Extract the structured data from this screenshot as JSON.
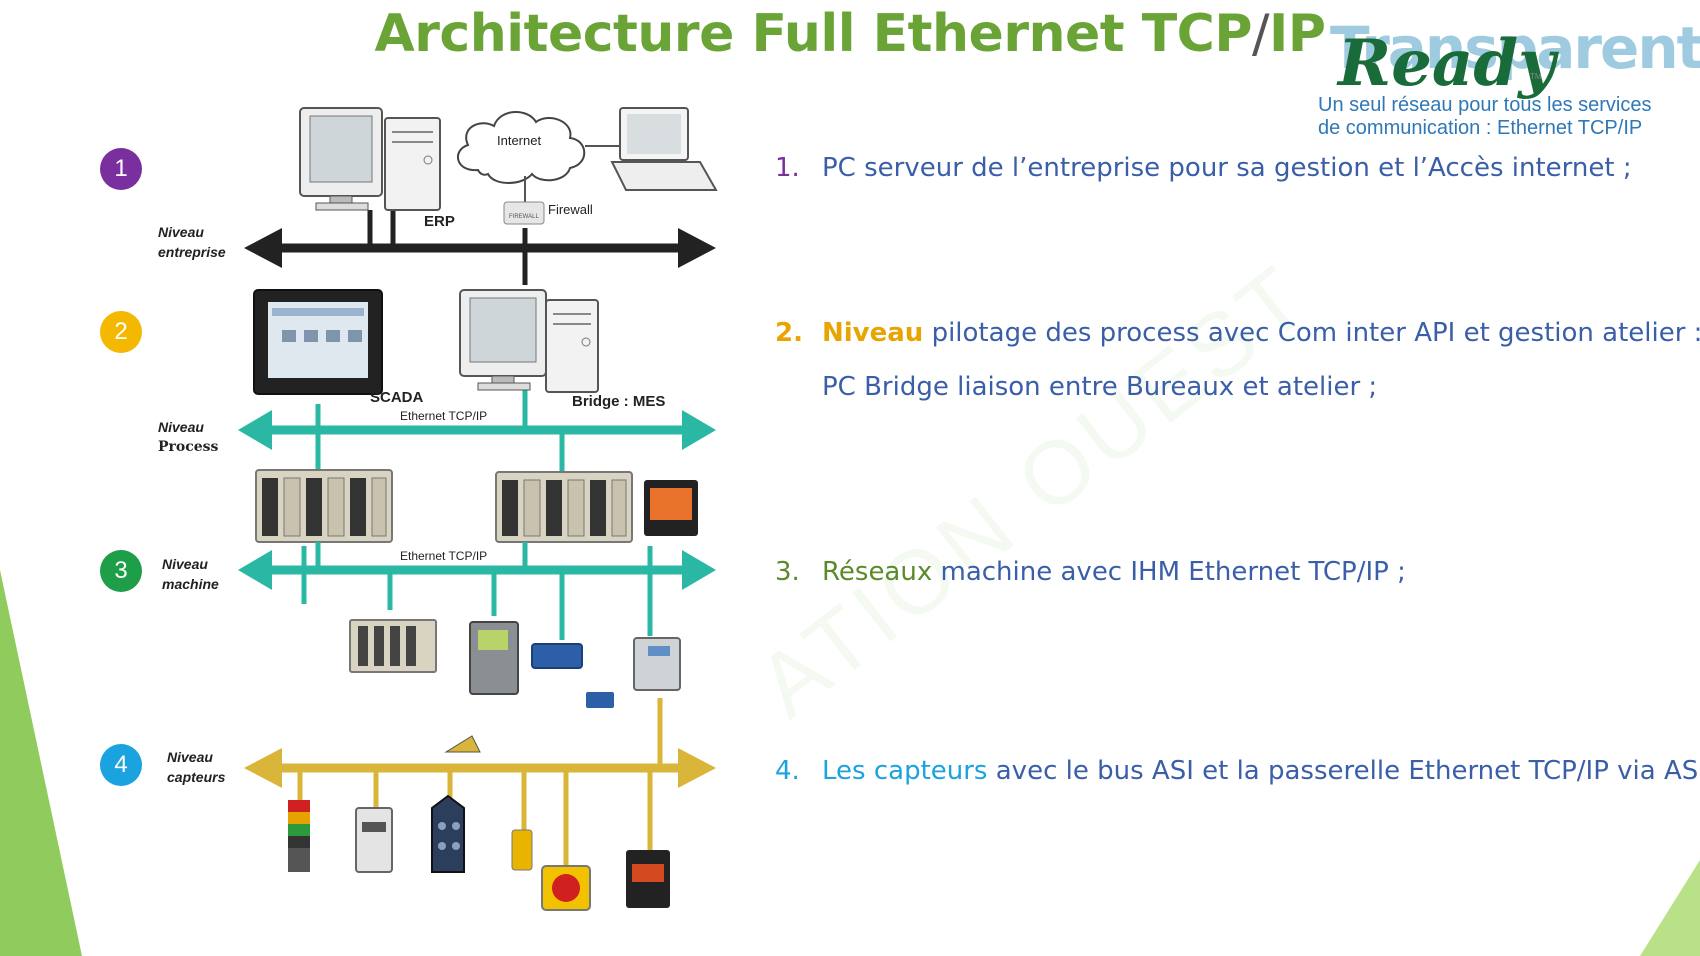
{
  "title": {
    "main": "Architecture Full Ethernet TCP",
    "slash": "/",
    "tail": "IP"
  },
  "logo": {
    "word": "Transparent",
    "script": "Ready",
    "tm": "TM",
    "tagline_line1": "Un seul réseau pour tous les services",
    "tagline_line2": "de communication : Ethernet TCP/IP"
  },
  "watermark": "ATION OUEST",
  "colors": {
    "title": "#6aa437",
    "badge1": "#7a2f9e",
    "badge2": "#f5b800",
    "badge3": "#1f9e4a",
    "badge4": "#1aa3df",
    "bus_enterprise": "#222222",
    "bus_ethernet": "#2ab8a5",
    "bus_asi": "#d9b53a"
  },
  "levels": [
    {
      "badge": "1",
      "label_line1": "Niveau",
      "label_line2": "entreprise"
    },
    {
      "badge": "2",
      "label_line1": "Niveau",
      "label_line2": "Process"
    },
    {
      "badge": "3",
      "label_line1": "Niveau",
      "label_line2": "machine"
    },
    {
      "badge": "4",
      "label_line1": "Niveau",
      "label_line2": "capteurs"
    }
  ],
  "diagram_labels": {
    "internet": "Internet",
    "firewall": "Firewall",
    "firewall_box": "FIREWALL",
    "erp": "ERP",
    "scada": "SCADA",
    "bridge_mes": "Bridge : MES",
    "eth1": "Ethernet TCP/IP",
    "eth2": "Ethernet TCP/IP"
  },
  "descriptions": [
    {
      "num": "1.",
      "highlight": "PC",
      "rest": " serveur de l’entreprise pour sa gestion et l’Accès internet ;",
      "highlight_color": "#3a5fa8"
    },
    {
      "num": "2.",
      "highlight": "Niveau",
      "rest": " pilotage des process avec Com inter API et gestion atelier :",
      "cont": "PC Bridge liaison entre Bureaux et atelier ;",
      "highlight_color": "#e8a400"
    },
    {
      "num": "3.",
      "highlight": "Réseaux",
      "rest": " machine avec IHM Ethernet TCP/IP ;",
      "highlight_color": "#5a8a2a"
    },
    {
      "num": "4.",
      "highlight": "Les capteurs",
      "rest": " avec le bus ASI et la passerelle Ethernet TCP/IP via ASI.",
      "highlight_color": "#1aa3df"
    }
  ]
}
